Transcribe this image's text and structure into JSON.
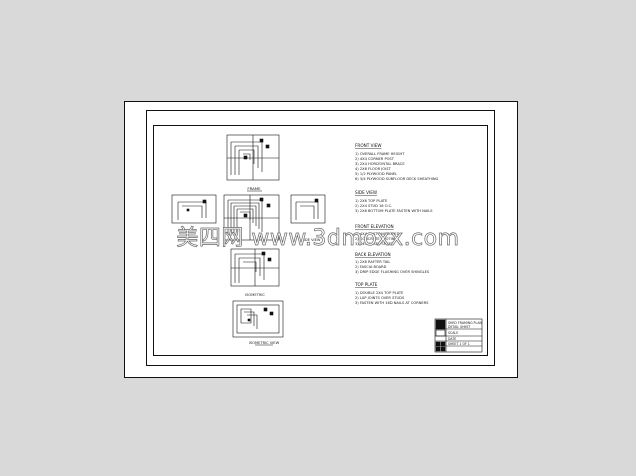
{
  "views": {
    "top_label": "FRAME",
    "right_label": "SIDE VIEW",
    "bottom_label": "ISOMETRIC",
    "iso_label": "ISOMETRIC VIEW"
  },
  "notes": [
    {
      "heading": "FRONT VIEW",
      "lines": [
        "1) OVERALL FRAME HEIGHT",
        "2) 4X4 CORNER POST",
        "3) 2X4 HORIZONTAL BRACE",
        "4) 2X6 FLOOR JOIST",
        "5) 1/2 PLYWOOD PANEL",
        "6) 3/4 PLYWOOD SUBFLOOR DECK SHEATHING"
      ]
    },
    {
      "heading": "SIDE VIEW",
      "lines": [
        "1) 2X6 TOP PLATE",
        "2) 2X4 STUD 16 O.C.",
        "3) 2X6 BOTTOM PLATE FASTEN WITH NAILS"
      ]
    },
    {
      "heading": "FRONT ELEVATION",
      "lines": [
        "1) 4X4 POST ANCHORED",
        "2) CONCRETE FOOTING",
        "3) DETAIL SEE SHEET"
      ]
    },
    {
      "heading": "BACK ELEVATION",
      "lines": [
        "1) 2X6 RAFTER TAIL",
        "2) FASCIA BOARD",
        "3) DRIP EDGE FLASHING OVER SHINGLES"
      ]
    },
    {
      "heading": "TOP PLATE",
      "lines": [
        "1) DOUBLE 2X4 TOP PLATE",
        "2) LAP JOINTS OVER STUDS",
        "3) FASTEN WITH 16D NAILS AT CORNERS"
      ]
    }
  ],
  "title_block": {
    "rows": [
      "SHED FRAMING PLAN",
      "DETAIL SHEET",
      "SCALE",
      "DATE",
      "SHEET 1 OF 1"
    ]
  },
  "watermark": {
    "text": "美四网 www.3dmoxx.com"
  }
}
